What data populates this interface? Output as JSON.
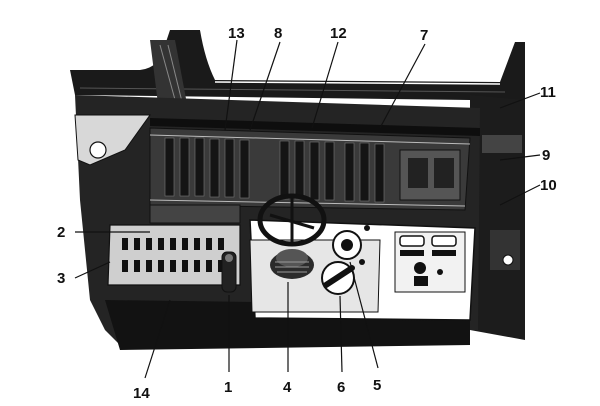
{
  "figure": {
    "subject": "locomotive driver's cab control desk",
    "callouts": [
      "1",
      "2",
      "3",
      "4",
      "5",
      "6",
      "7",
      "8",
      "9",
      "10",
      "11",
      "12",
      "13",
      "14"
    ]
  },
  "colors": {
    "ink": "#111111",
    "paper": "#ffffff",
    "shade": "#2a2a2a"
  }
}
